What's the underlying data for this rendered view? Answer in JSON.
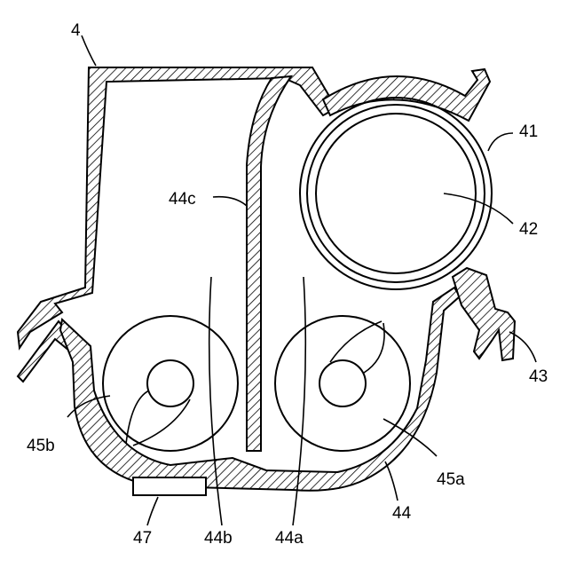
{
  "labels": {
    "housing": "4",
    "photoreceptor_drum": "41",
    "drum_core": "42",
    "blade": "43",
    "developer_container": "44",
    "partition_wall": "44c",
    "chamber_a": "44a",
    "chamber_b": "44b",
    "screw_a": "45a",
    "screw_b": "45b",
    "sensor": "47"
  }
}
